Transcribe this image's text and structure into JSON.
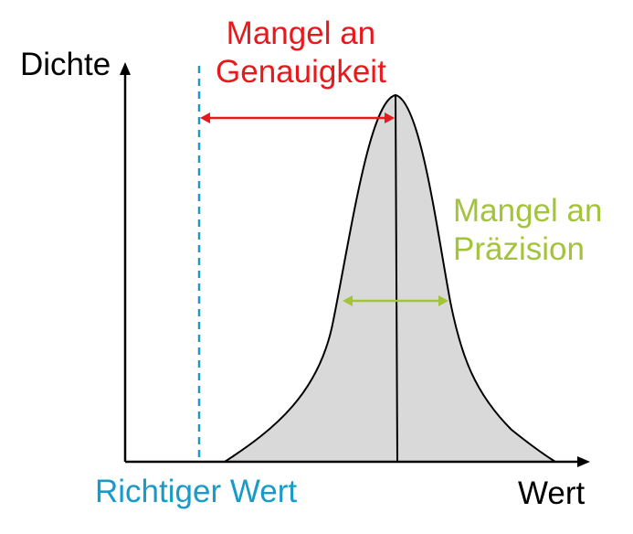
{
  "axes": {
    "y_label": "Dichte",
    "x_label": "Wert"
  },
  "true_value": {
    "label": "Richtiger Wert"
  },
  "accuracy": {
    "line1": "Mangel an",
    "line2": "Genauigkeit"
  },
  "precision": {
    "line1": "Mangel an",
    "line2": "Präzision"
  },
  "colors": {
    "axis": "#000000",
    "true_value": "#1a9bc7",
    "accuracy": "#e8191c",
    "precision": "#a3c43a",
    "curve_fill": "#d9d9d9",
    "curve_stroke": "#000000"
  }
}
